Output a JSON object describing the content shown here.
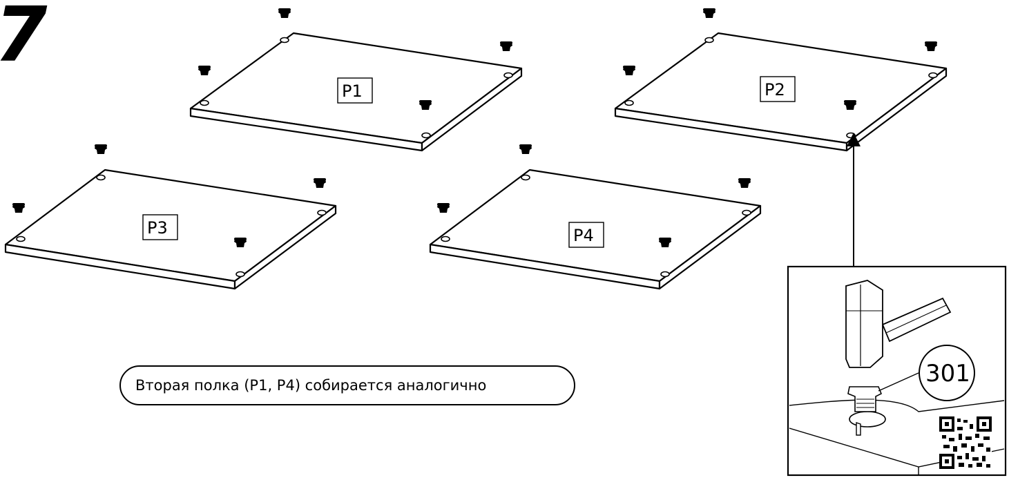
{
  "step": {
    "number": "7"
  },
  "panels": [
    {
      "label": "P1"
    },
    {
      "label": "P2"
    },
    {
      "label": "P3"
    },
    {
      "label": "P4"
    }
  ],
  "note": {
    "text": "Вторая полка (P1, P4) собирается аналогично"
  },
  "detail": {
    "part_number": "301",
    "tool_icon": "hammer-icon",
    "fitting_icon": "cam-lock-housing-icon",
    "qr_icon": "qr-code-icon"
  }
}
